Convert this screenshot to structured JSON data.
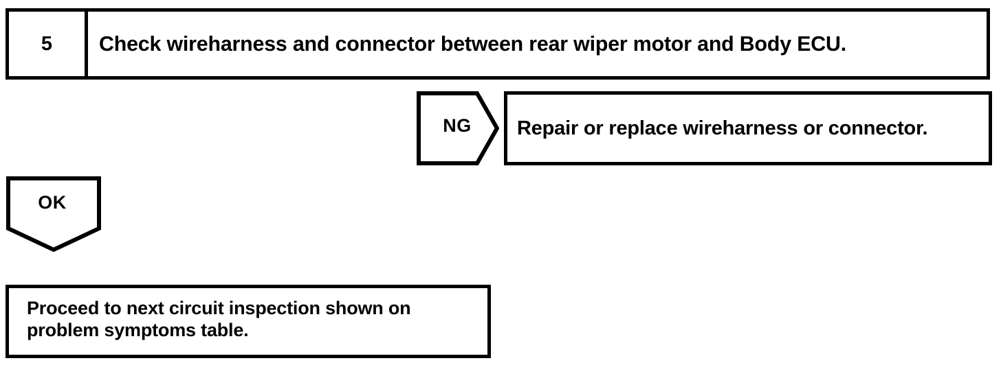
{
  "document": {
    "type": "troubleshooting-flowchart",
    "ink_color": "#000000",
    "page_color": "#ffffff"
  },
  "step": {
    "number": "5",
    "title": "Check wireharness and connector between rear wiper motor and Body ECU."
  },
  "branches": [
    {
      "id": "ng",
      "label": "NG",
      "direction": "right",
      "result": "Repair or replace wireharness or connector."
    },
    {
      "id": "ok",
      "label": "OK",
      "direction": "down",
      "result_line_1": "Proceed to next circuit inspection shown on",
      "result_line_2": "problem symptoms table."
    }
  ],
  "ng_branch": {
    "label": "NG",
    "result": "Repair or replace wireharness or connector."
  },
  "ok_branch": {
    "label": "OK",
    "result_line_1": "Proceed to next circuit inspection shown on",
    "result_line_2": "problem symptoms table."
  }
}
